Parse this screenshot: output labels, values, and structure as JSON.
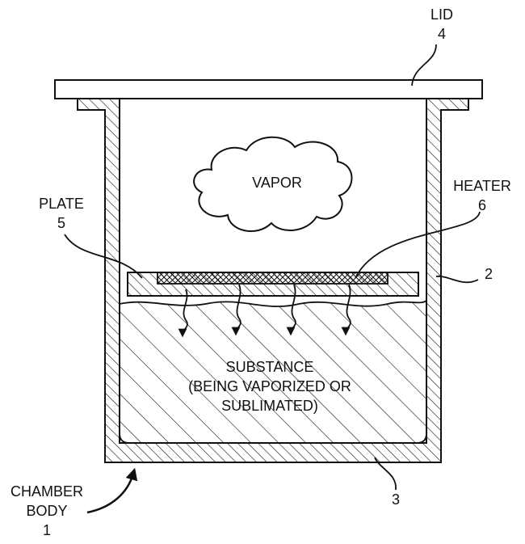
{
  "labels": {
    "lid_name": "LID",
    "lid_num": "4",
    "vapor": "VAPOR",
    "heater_name": "HEATER",
    "heater_num": "6",
    "plate_name": "PLATE",
    "plate_num": "5",
    "wall_num": "2",
    "substance_1": "SUBSTANCE",
    "substance_2": "(BEING VAPORIZED OR",
    "substance_3": "SUBLIMATED)",
    "body_1": "CHAMBER",
    "body_2": "BODY",
    "body_3": "1",
    "bottom_num": "3"
  },
  "colors": {
    "line": "#111111",
    "background": "#ffffff"
  }
}
